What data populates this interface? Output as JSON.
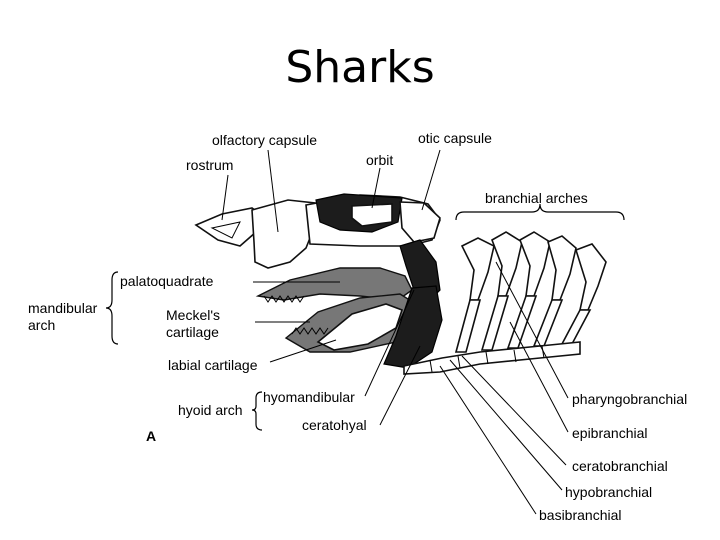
{
  "slide": {
    "title": "Sharks"
  },
  "figure": {
    "panel_letter": "A",
    "labels": {
      "olfactory_capsule": "olfactory capsule",
      "otic_capsule": "otic capsule",
      "rostrum": "rostrum",
      "orbit": "orbit",
      "branchial_arches": "branchial arches",
      "palatoquadrate": "palatoquadrate",
      "mandibular_arch_line1": "mandibular",
      "mandibular_arch_line2": "arch",
      "meckels_line1": "Meckel's",
      "meckels_line2": "cartilage",
      "labial_cartilage": "labial cartilage",
      "hyomandibular": "hyomandibular",
      "hyoid_arch": "hyoid arch",
      "ceratohyal": "ceratohyal",
      "pharyngobranchial": "pharyngobranchial",
      "epibranchial": "epibranchial",
      "ceratobranchial": "ceratobranchial",
      "hypobranchial": "hypobranchial",
      "basibranchial": "basibranchial"
    }
  }
}
